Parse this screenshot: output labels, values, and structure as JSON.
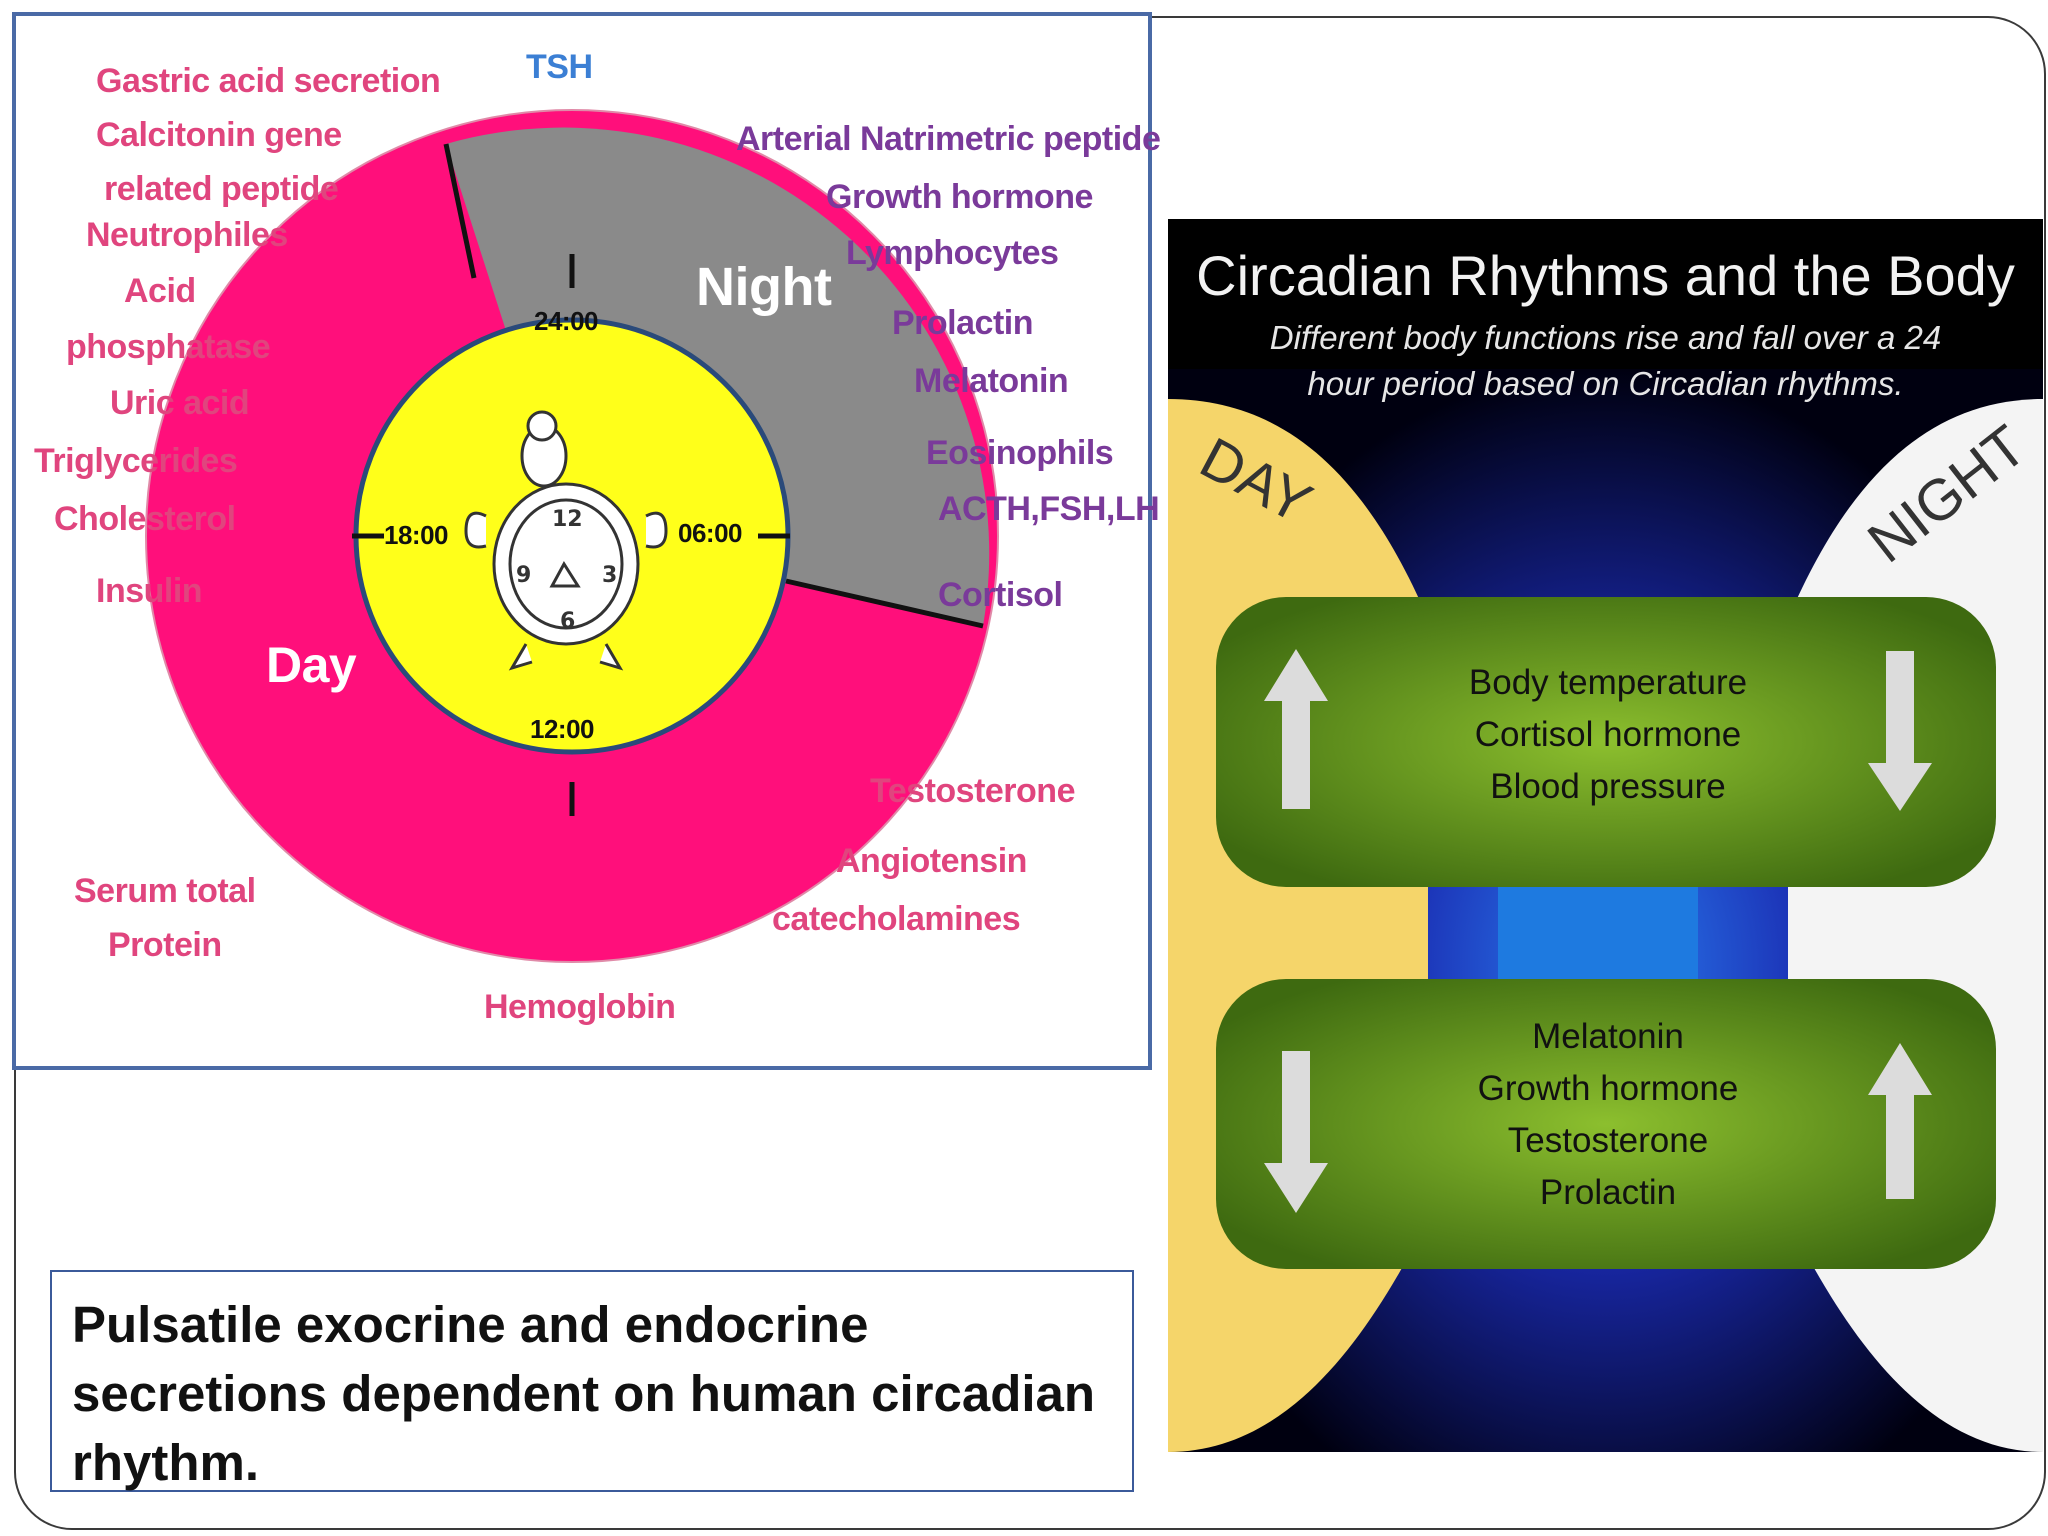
{
  "left_diagram": {
    "day_label": "Day",
    "night_label": "Night",
    "clock_times": {
      "t24": "24:00",
      "t06": "06:00",
      "t12": "12:00",
      "t18": "18:00"
    },
    "labels_day_side": [
      "Gastric acid secretion",
      "Calcitonin gene",
      "related peptide",
      "Neutrophiles",
      "Acid",
      "phosphatase",
      "Uric acid",
      "Triglycerides",
      "Cholesterol",
      "Insulin",
      "Serum total",
      "Protein",
      "Hemoglobin"
    ],
    "labels_top": "TSH",
    "labels_night_side": [
      "Arterial Natrimetric peptide",
      "Growth hormone",
      "Lymphocytes",
      "Prolactin",
      "Melatonin",
      "Eosinophils",
      "ACTH,FSH,LH",
      "Cortisol"
    ],
    "labels_lower_right": [
      "Testosterone",
      "Angiotensin",
      "catecholamines"
    ],
    "colors": {
      "day_ring": "#ff0f7b",
      "night_ring": "#8a8a8a",
      "inner": "#ffff1a",
      "inner_border": "#2a4a7a"
    }
  },
  "caption": "Pulsatile exocrine and endocrine secretions dependent on human circadian rhythm.",
  "right_panel": {
    "title": "Circadian Rhythms and the Body",
    "subtitle_line1": "Different body functions rise and fall over a 24",
    "subtitle_line2": "hour period based on Circadian rhythms.",
    "day_label": "DAY",
    "night_label": "NIGHT",
    "top_pill": [
      "Body temperature",
      "Cortisol hormone",
      "Blood pressure"
    ],
    "bottom_pill": [
      "Melatonin",
      "Growth hormone",
      "Testosterone",
      "Prolactin"
    ],
    "colors": {
      "pill": "#5b8a1e",
      "day": "#f5d56a",
      "night": "#f4f4f4",
      "center": "#1e63d8"
    }
  }
}
